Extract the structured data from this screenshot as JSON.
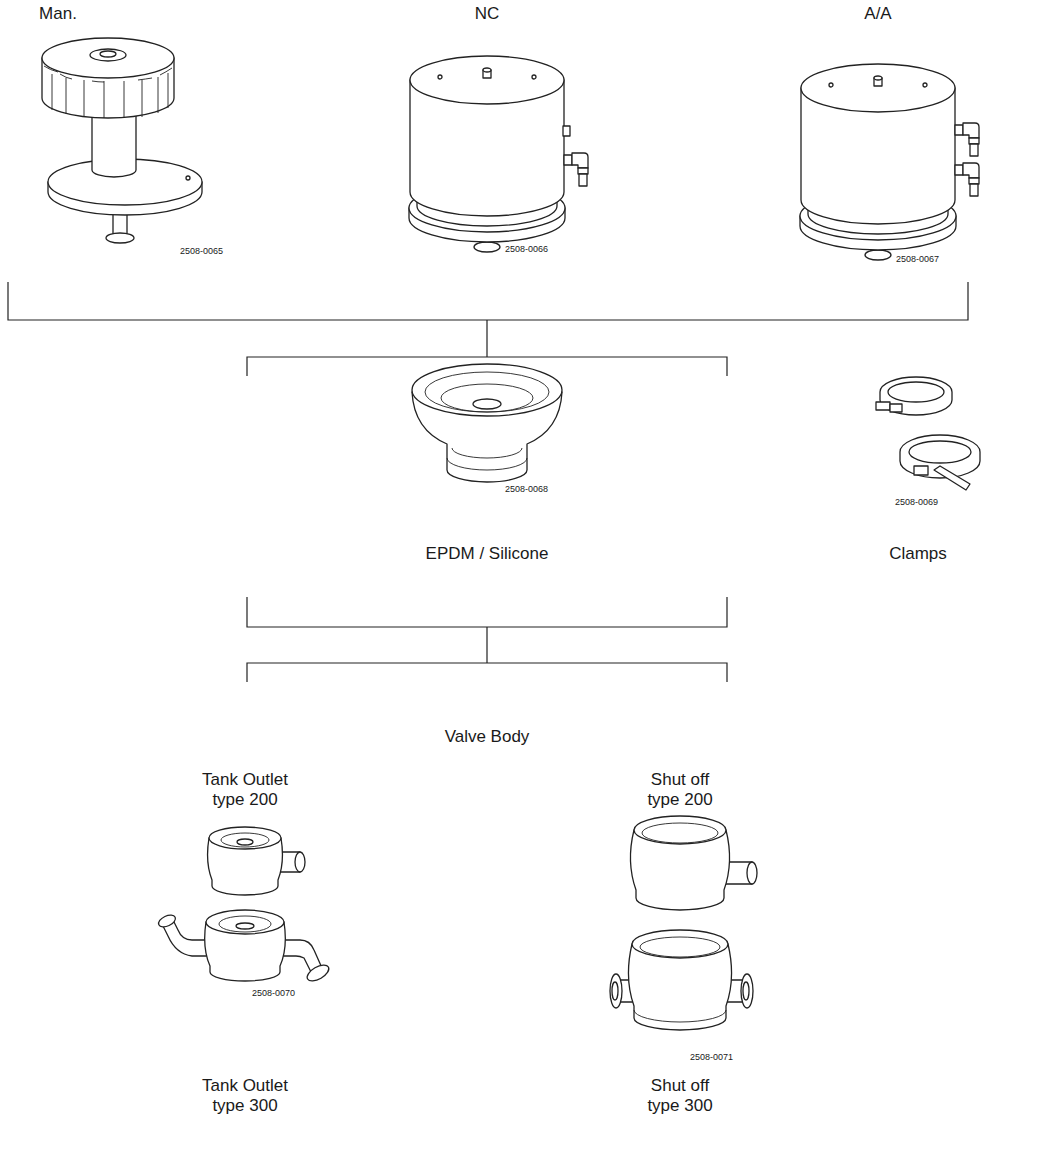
{
  "diagram": {
    "labels": [
      "Man.",
      "NC",
      "A/A",
      "2508-0065",
      "2508-0066",
      "2508-0067",
      "2508-0068",
      "EPDM / Silicone",
      "2508-0069",
      "Clamps",
      "Valve Body",
      "Tank Outlet type 200",
      "Shut off type 200",
      "2508-0070",
      "2508-0071",
      "Tank Outlet type 300",
      "Shut off type 300"
    ]
  }
}
